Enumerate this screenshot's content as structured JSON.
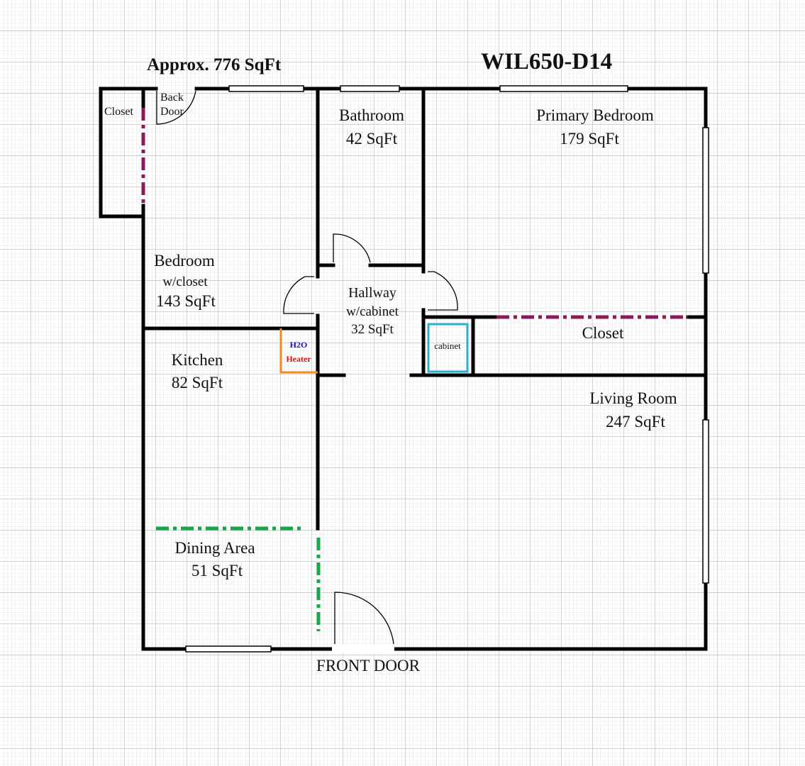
{
  "header": {
    "area_label": "Approx. 776 SqFt",
    "unit_id": "WIL650-D14"
  },
  "rooms": {
    "closet_back": {
      "name": "Closet"
    },
    "back_door": {
      "line1": "Back",
      "line2": "Door"
    },
    "bathroom": {
      "name": "Bathroom",
      "area": "42 SqFt"
    },
    "primary_bedroom": {
      "name": "Primary Bedroom",
      "area": "179 SqFt"
    },
    "bedroom": {
      "name": "Bedroom",
      "note": "w/closet",
      "area": "143 SqFt"
    },
    "hallway": {
      "name": "Hallway",
      "note": "w/cabinet",
      "area": "32 SqFt"
    },
    "closet_primary": {
      "name": "Closet"
    },
    "cabinet": {
      "name": "cabinet"
    },
    "kitchen": {
      "name": "Kitchen",
      "area": "82 SqFt"
    },
    "water_heater": {
      "line1": "H2O",
      "line2": "Heater"
    },
    "living_room": {
      "name": "Living Room",
      "area": "247 SqFt"
    },
    "dining_area": {
      "name": "Dining Area",
      "area": "51 SqFt"
    },
    "front_door": {
      "name": "FRONT DOOR"
    }
  },
  "colors": {
    "closet_divider": "#8b1a5a",
    "dining_divider": "#1aa64a",
    "cabinet_outline": "#22b5d0",
    "heater_outline": "#f08a1c",
    "heater_h2o_text": "#1010c8",
    "heater_label_text": "#e01010"
  }
}
